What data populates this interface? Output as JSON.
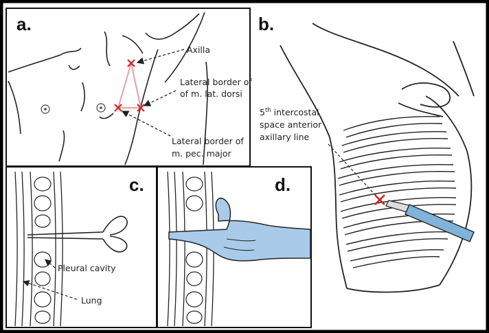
{
  "colors": {
    "frame": "#000000",
    "line": "#222222",
    "marker_red": "#cc2222",
    "triangle_pink": "#e8a0a0",
    "glove_blue": "#a9cbe9",
    "blade_blue": "#7fb3d9"
  },
  "panels": {
    "a": {
      "letter": "a.",
      "labels": {
        "axilla": "Axilla",
        "lat_dorsi_1": "Lateral border of",
        "lat_dorsi_2": "of m. lat. dorsi",
        "pec_major_1": "Lateral border of",
        "pec_major_2": "m. pec. major"
      }
    },
    "b": {
      "letter": "b.",
      "labels": {
        "line1_num": "5",
        "line1_sup": "th",
        "line1_rest": " intercostal",
        "line2": "space anterior",
        "line3": "axillary line"
      }
    },
    "c": {
      "letter": "c.",
      "labels": {
        "pleural_cavity": "Pleural cavity",
        "lung": "Lung"
      }
    },
    "d": {
      "letter": "d."
    }
  }
}
